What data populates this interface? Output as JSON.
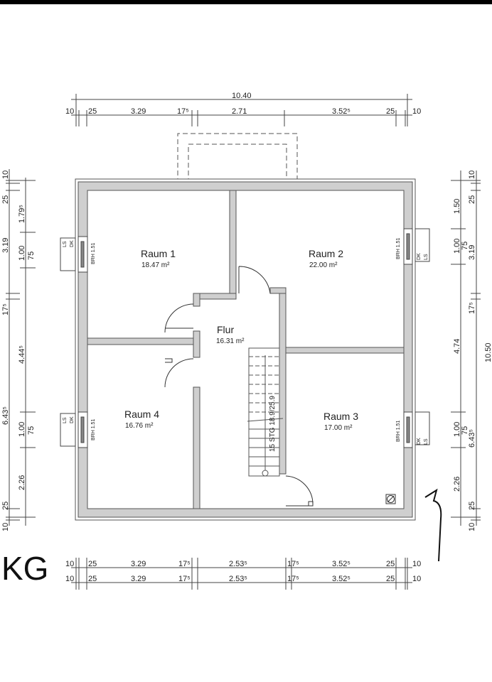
{
  "floor_label": "KG",
  "rooms": [
    {
      "name": "Raum 1",
      "area": "18.47 m²"
    },
    {
      "name": "Raum 2",
      "area": "22.00 m²"
    },
    {
      "name": "Flur",
      "area": "16.31 m²"
    },
    {
      "name": "Raum 3",
      "area": "17.00 m²"
    },
    {
      "name": "Raum 4",
      "area": "16.76 m²"
    }
  ],
  "stair_label": "15 STG 18.9/25.9",
  "window_labels": {
    "brh": "BRH 1.51",
    "ls": "LS",
    "dk": "DK"
  },
  "dimensions": {
    "top_total": "10.40",
    "top_chain": [
      "10",
      "25",
      "3.29",
      "17⁵",
      "2.71",
      "3.52⁵",
      "25",
      "10"
    ],
    "bottom_chain_1": [
      "10",
      "25",
      "3.29",
      "17⁵",
      "2.53⁵",
      "17⁵",
      "3.52⁵",
      "25",
      "10"
    ],
    "bottom_chain_2": [
      "10",
      "25",
      "3.29",
      "17⁵",
      "2.53⁵",
      "17⁵",
      "3.52⁵",
      "25",
      "10"
    ],
    "left_outer": [
      "10",
      "25",
      "3.19",
      "17⁵",
      "6.43⁵",
      "25",
      "10"
    ],
    "left_inner": [
      "1.79⁵",
      "1.00",
      "75",
      "4.44⁵",
      "1.00",
      "75",
      "2.26"
    ],
    "right_inner": [
      "10",
      "25",
      "1.50",
      "1.00",
      "75",
      "3.19",
      "4.74",
      "17⁵",
      "1.00",
      "75",
      "6.43⁵",
      "2.26",
      "25",
      "10"
    ],
    "right_total": "10.50"
  }
}
